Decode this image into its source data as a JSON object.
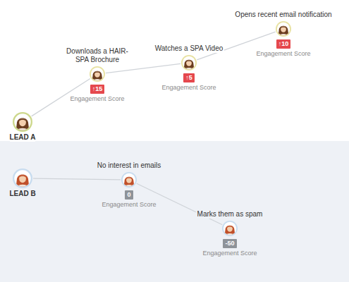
{
  "diagram": {
    "nodes": [
      {
        "text": [
          "LEAD A"
        ]
      },
      {
        "text": [
          "Downloads a HAIR-SPA Brochure",
          "↑15",
          "Engagement Score"
        ]
      },
      {
        "text": [
          "Watches a SPA Video",
          "↑5",
          "Engagement Score"
        ]
      },
      {
        "text": [
          "Opens recent email notification",
          "↑10",
          "Engagement Score"
        ]
      },
      {
        "text": [
          "LEAD B"
        ]
      },
      {
        "text": [
          "No interest in emails",
          "0",
          "Engagement Score"
        ]
      },
      {
        "text": [
          "Marks them as spam",
          "-50",
          "Engagement Score"
        ]
      }
    ],
    "edges": [
      {
        "from": 0,
        "to": 1,
        "arrow": "none"
      },
      {
        "from": 1,
        "to": 2,
        "arrow": "none"
      },
      {
        "from": 2,
        "to": 3,
        "arrow": "none"
      },
      {
        "from": 4,
        "to": 5,
        "arrow": "none"
      },
      {
        "from": 5,
        "to": 6,
        "arrow": "none"
      }
    ]
  }
}
